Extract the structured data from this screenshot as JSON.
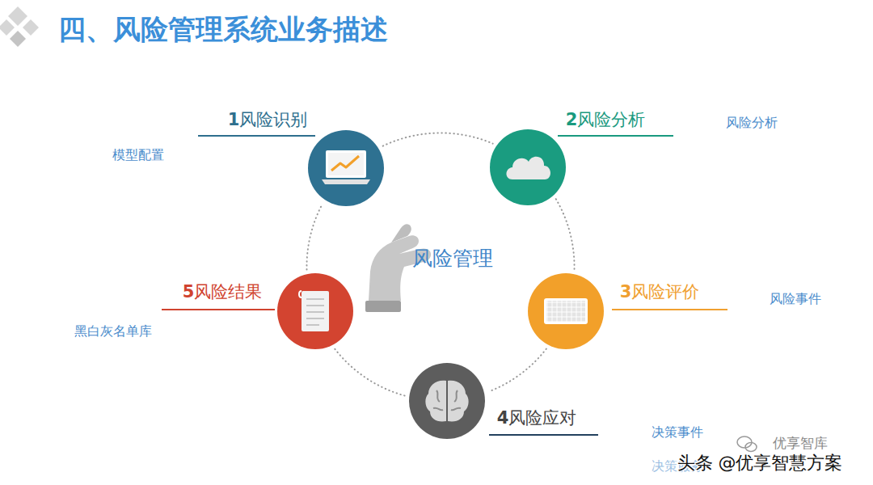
{
  "diagram": {
    "title": "四、风险管理系统业务描述",
    "nodes": [
      {
        "text": [
          "1风险识别"
        ]
      },
      {
        "text": [
          "2风险分析"
        ]
      },
      {
        "text": [
          "3风险评价"
        ]
      },
      {
        "text": [
          "4风险应对"
        ]
      },
      {
        "text": [
          "5风险结果"
        ]
      }
    ],
    "edges": [
      {
        "from": 0,
        "to": 1,
        "arrow": "none"
      },
      {
        "from": 1,
        "to": 2,
        "arrow": "none"
      },
      {
        "from": 2,
        "to": 3,
        "arrow": "none"
      },
      {
        "from": 3,
        "to": 4,
        "arrow": "none"
      },
      {
        "from": 4,
        "to": 0,
        "arrow": "none"
      }
    ],
    "labels": [
      "风险管理",
      "模型配置",
      "风险分析",
      "风险事件",
      "黑白灰名单库",
      "决策事件",
      "决策服务",
      "优享智库",
      "头条 @优享智慧方案"
    ]
  }
}
